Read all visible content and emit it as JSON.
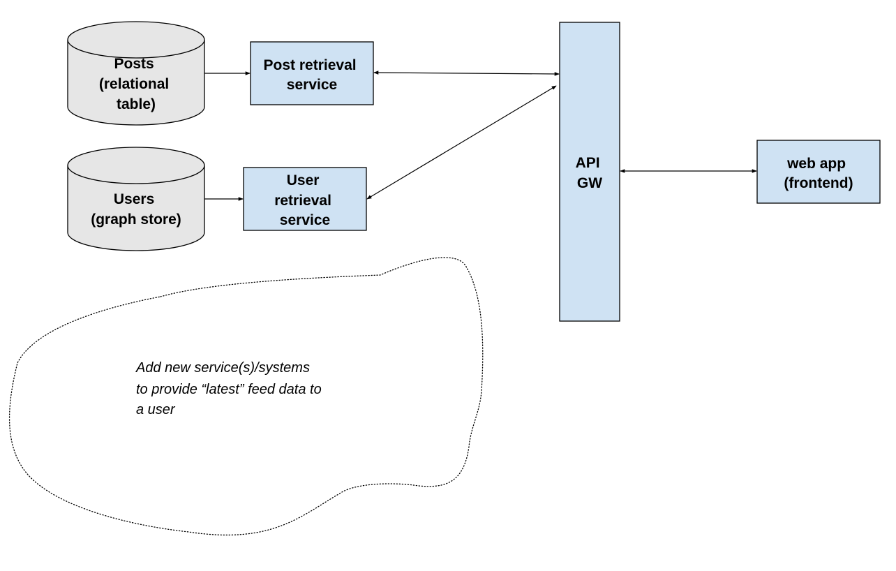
{
  "colors": {
    "database_fill": "#e6e6e6",
    "service_fill": "#cfe2f3",
    "stroke": "#000000"
  },
  "nodes": {
    "posts_db": {
      "lines": [
        "Posts",
        "(relational",
        "table)"
      ]
    },
    "users_db": {
      "lines": [
        "Users",
        "(graph store)"
      ]
    },
    "post_service": {
      "lines": [
        "Post retrieval",
        "service"
      ]
    },
    "user_service": {
      "lines": [
        "User",
        "retrieval",
        "service"
      ]
    },
    "api_gw": {
      "lines": [
        "API",
        "GW"
      ]
    },
    "web_app": {
      "lines": [
        "web app",
        "(frontend)"
      ]
    }
  },
  "note": {
    "lines": [
      "Add new service(s)/systems",
      "to provide “latest” feed data to",
      "a user"
    ]
  }
}
